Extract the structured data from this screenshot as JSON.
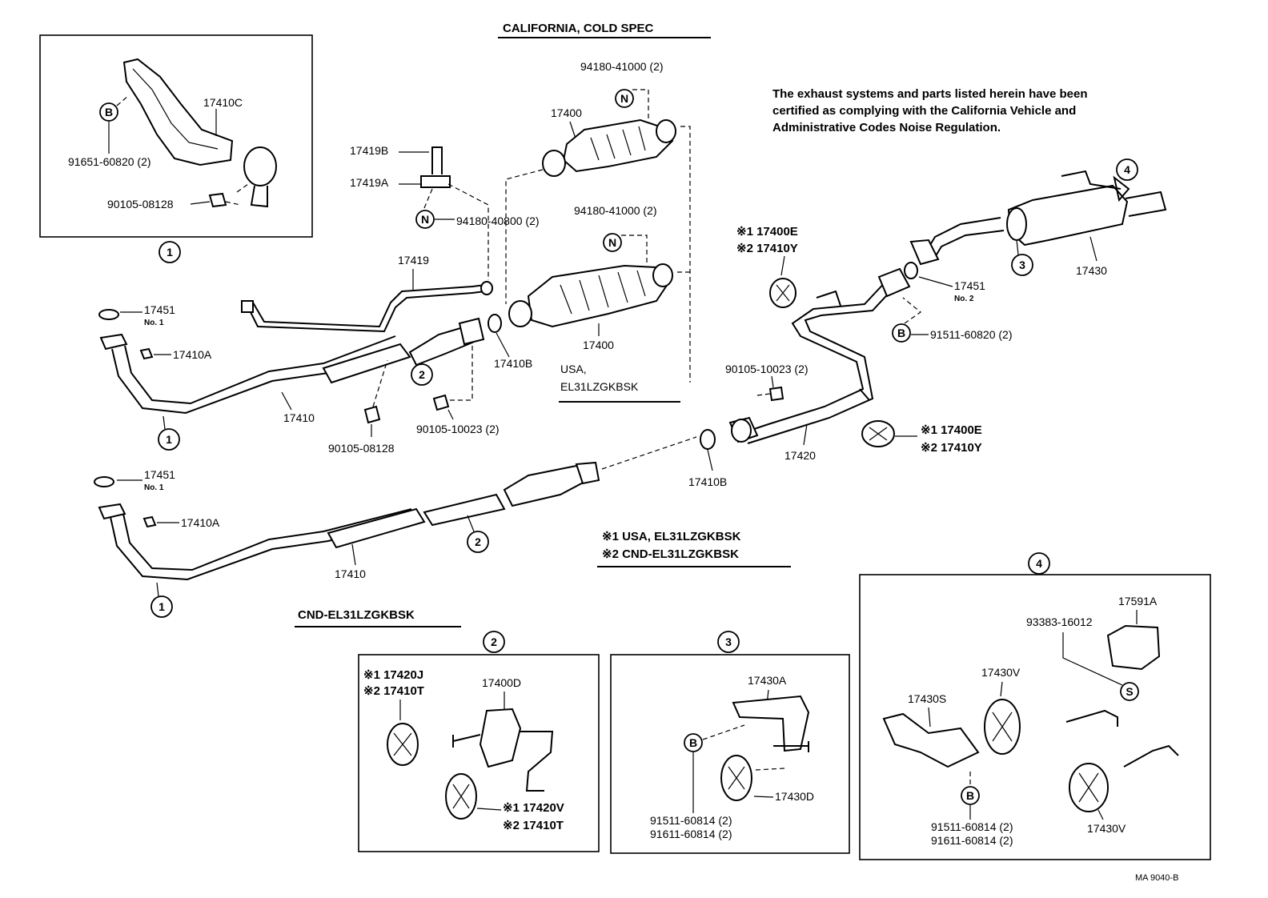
{
  "header": {
    "title": "CALIFORNIA, COLD SPEC"
  },
  "notice": {
    "line1": "The exhaust systems and parts listed herein have been",
    "line2": "certified as complying with the California Vehicle and",
    "line3": "Administrative Codes Noise Regulation."
  },
  "sections": {
    "usa_label_1": "USA,",
    "usa_label_2": "EL31LZGKBSK",
    "cnd_label": "CND-EL31LZGKBSK",
    "legend_1": "※1 USA, EL31LZGKBSK",
    "legend_2": "※2 CND-EL31LZGKBSK"
  },
  "callouts": {
    "c1": "1",
    "c2": "2",
    "c3": "3",
    "c4": "4",
    "cB": "B",
    "cN": "N",
    "cS": "S"
  },
  "parts": {
    "p17410C": "17410C",
    "p91651": "91651-60820 (2)",
    "p90105_08128_a": "90105-08128",
    "p17419B": "17419B",
    "p17419A": "17419A",
    "p94180_40800": "94180-40800 (2)",
    "p94180_41000_a": "94180-41000 (2)",
    "p94180_41000_b": "94180-41000 (2)",
    "p17400_a": "17400",
    "p17400_b": "17400",
    "p17419": "17419",
    "p17451_a": "17451",
    "no1_a": "No. 1",
    "p17410A_a": "17410A",
    "p17410_a": "17410",
    "p90105_08128_b": "90105-08128",
    "p90105_10023_a": "90105-10023 (2)",
    "p17410B_a": "17410B",
    "p17451_b": "17451",
    "no1_b": "No. 1",
    "p17410A_b": "17410A",
    "p17410_b": "17410",
    "p17410B_b": "17410B",
    "p17400E_a": "※1 17400E",
    "p17410Y_a": "※2 17410Y",
    "p17451_c": "17451",
    "no2": "No. 2",
    "p91511_60820": "91511-60820 (2)",
    "p90105_10023_b": "90105-10023 (2)",
    "p17420": "17420",
    "p17400E_b": "※1 17400E",
    "p17410Y_b": "※2 17410Y",
    "p17430": "17430",
    "p17420J": "※1 17420J",
    "p17410T_a": "※2 17410T",
    "p17400D": "17400D",
    "p17420V": "※1 17420V",
    "p17410T_b": "※2 17410T",
    "p17430A": "17430A",
    "p17430D": "17430D",
    "p91511_60814_a": "91511-60814 (2)",
    "p91611_60814_a": "91611-60814 (2)",
    "p17591A": "17591A",
    "p93383": "93383-16012",
    "p17430V_a": "17430V",
    "p17430S": "17430S",
    "p17430V_b": "17430V",
    "p91511_60814_b": "91511-60814 (2)",
    "p91611_60814_b": "91611-60814 (2)"
  },
  "footer": {
    "code": "MA  9040-B"
  }
}
